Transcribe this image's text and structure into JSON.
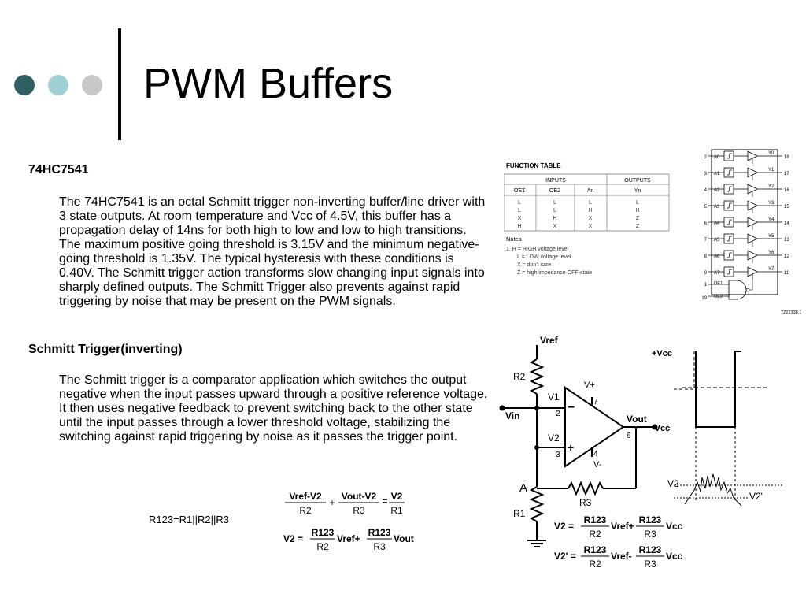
{
  "slide": {
    "title": "PWM Buffers",
    "section1": {
      "heading": "74HC7541",
      "body": "The 74HC7541 is an octal Schmitt trigger non-inverting buffer/line driver with 3 state outputs. At room temperature and Vcc of 4.5V, this buffer has a propagation delay of 14ns for both high to low and low to high transitions. The maximum positive going threshold is 3.15V and the minimum negative-going threshold is 1.35V. The typical hysteresis with these conditions is 0.40V. The Schmitt trigger action transforms slow changing input signals into sharply defined outputs. The Schmitt Trigger also prevents against rapid triggering by noise that may be present on the PWM signals."
    },
    "section2": {
      "heading": "Schmitt Trigger(inverting)",
      "body": "The Schmitt trigger is a comparator application which switches the output negative when the input passes upward through a positive reference voltage. It then uses negative feedback to prevent switching back to the other state until the input passes through a lower threshold voltage, stabilizing the switching against rapid triggering by noise as it passes the trigger point."
    }
  },
  "decor": {
    "dot_colors": [
      "#2f5f62",
      "#9fd0d4",
      "#c8c8c8"
    ]
  },
  "function_table": {
    "title": "FUNCTION TABLE",
    "group_inputs": "INPUTS",
    "group_outputs": "OUTPUTS",
    "columns": [
      "OE1",
      "OE2",
      "An",
      "Yn"
    ],
    "rows": [
      [
        "L",
        "L",
        "L",
        "L"
      ],
      [
        "L",
        "L",
        "H",
        "H"
      ],
      [
        "X",
        "H",
        "X",
        "Z"
      ],
      [
        "H",
        "X",
        "X",
        "Z"
      ]
    ],
    "notes_title": "Notes",
    "notes": [
      "1.   H = HIGH voltage level",
      "L = LOW voltage level",
      "X = don't care",
      "Z = high impedance OFF-state"
    ]
  },
  "ic_diagram": {
    "inputs": [
      {
        "pin": "2",
        "name": "A0"
      },
      {
        "pin": "3",
        "name": "A1"
      },
      {
        "pin": "4",
        "name": "A2"
      },
      {
        "pin": "5",
        "name": "A3"
      },
      {
        "pin": "6",
        "name": "A4"
      },
      {
        "pin": "7",
        "name": "A5"
      },
      {
        "pin": "8",
        "name": "A6"
      },
      {
        "pin": "9",
        "name": "A7"
      }
    ],
    "outputs": [
      {
        "pin": "18",
        "name": "Y0"
      },
      {
        "pin": "17",
        "name": "Y1"
      },
      {
        "pin": "16",
        "name": "Y2"
      },
      {
        "pin": "15",
        "name": "Y3"
      },
      {
        "pin": "14",
        "name": "Y4"
      },
      {
        "pin": "13",
        "name": "Y5"
      },
      {
        "pin": "12",
        "name": "Y6"
      },
      {
        "pin": "11",
        "name": "Y7"
      }
    ],
    "oe_pins": [
      {
        "pin": "1",
        "name": "OE1"
      },
      {
        "pin": "19",
        "name": "OE2"
      }
    ],
    "code": "7Z22338.1"
  },
  "circuit": {
    "vref": "Vref",
    "r2": "R2",
    "r1": "R1",
    "r3": "R3",
    "v1": "V1",
    "v2": "V2",
    "vin": "Vin",
    "vout": "Vout",
    "node_a": "A",
    "vplus": "V+",
    "vminus": "V-",
    "pin2": "2",
    "pin3": "3",
    "pin4": "4",
    "pin6": "6",
    "pin7": "7",
    "minus_sign": "−",
    "plus_sign": "+"
  },
  "waveform": {
    "vcc_pos": "+Vcc",
    "vcc_neg": "-Vcc",
    "v2": "V2",
    "v2p": "V2'"
  },
  "formulas": {
    "r123": "R123=R1||R2||R3",
    "f1_n1": "Vref-V2",
    "f1_d1": "R2",
    "f1_n2": "Vout-V2",
    "f1_d2": "R3",
    "f1_n3": "V2",
    "f1_d3": "R1",
    "f2_lhs": "V2 =",
    "f2_n1": "R123",
    "f2_d1": "R2",
    "f2_t1": "Vref+",
    "f2_n2": "R123",
    "f2_d2": "R3",
    "f2_t2": "Vout",
    "f3_lhs": "V2 =",
    "f3_n1": "R123",
    "f3_d1": "R2",
    "f3_t1": "Vref+",
    "f3_n2": "R123",
    "f3_d2": "R3",
    "f3_t2": "Vcc",
    "f4_lhs": "V2' =",
    "f4_n1": "R123",
    "f4_d1": "R2",
    "f4_t1": "Vref-",
    "f4_n2": "R123",
    "f4_d2": "R3",
    "f4_t2": "Vcc"
  }
}
